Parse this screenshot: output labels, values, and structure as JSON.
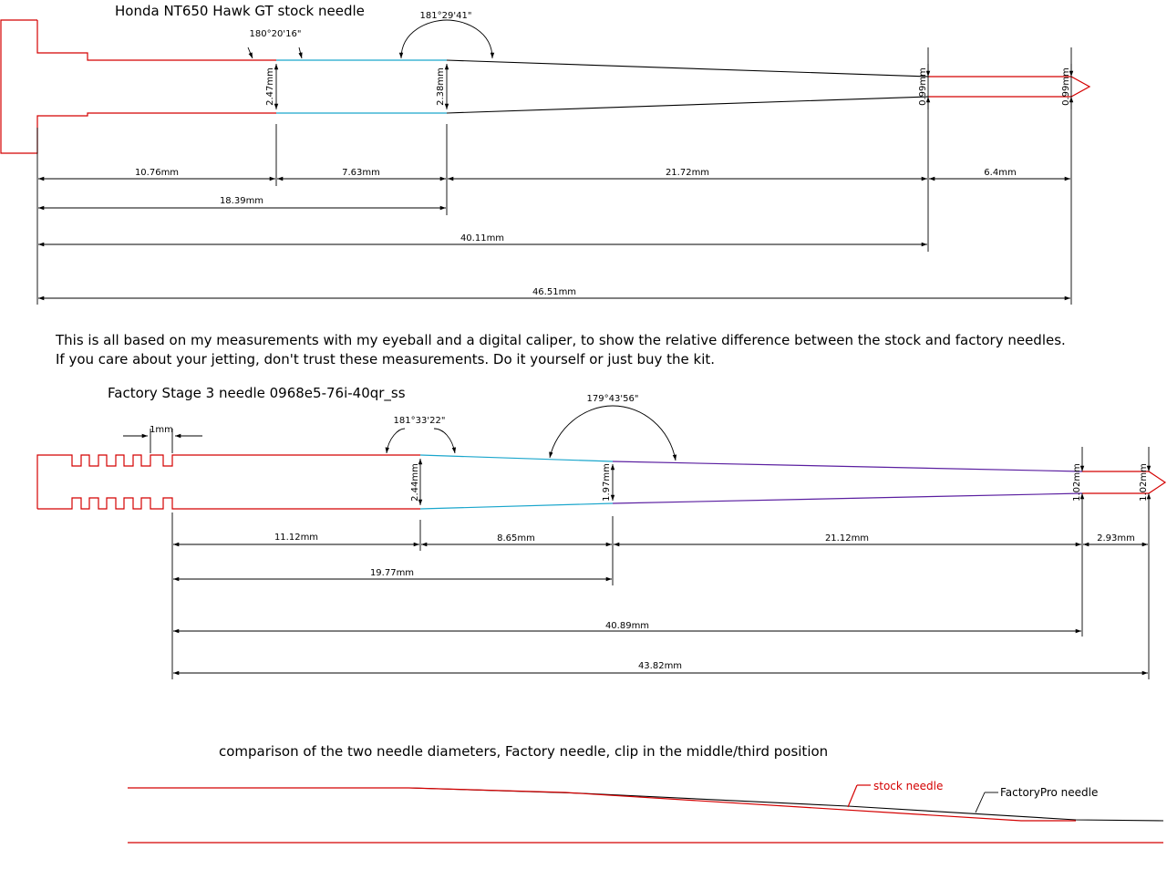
{
  "stock": {
    "title": "Honda NT650 Hawk GT stock needle",
    "angles": [
      "180°20'16\"",
      "181°29'41\""
    ],
    "diameters": [
      "2.47mm",
      "2.38mm",
      "0.99mm",
      "0.99mm"
    ],
    "lengths": [
      "10.76mm",
      "7.63mm",
      "21.72mm",
      "6.4mm",
      "18.39mm",
      "40.11mm",
      "46.51mm"
    ]
  },
  "note": {
    "line1": "This is all based on my measurements with my eyeball and a digital caliper, to show the relative difference between the stock and factory needles.",
    "line2": "If you care about your jetting, don't trust these measurements.  Do it yourself or just buy the kit."
  },
  "factory": {
    "title": "Factory Stage 3 needle 0968e5-76i-40qr_ss",
    "groove_label": "1mm",
    "angles": [
      "181°33'22\"",
      "179°43'56\""
    ],
    "diameters": [
      "2.44mm",
      "1.97mm",
      "1.02mm",
      "1.02mm"
    ],
    "lengths": [
      "11.12mm",
      "8.65mm",
      "21.12mm",
      "2.93mm",
      "19.77mm",
      "40.89mm",
      "43.82mm"
    ]
  },
  "comparison": {
    "title": "comparison of the two needle diameters, Factory needle, clip in the middle/third position",
    "stock_label": "stock needle",
    "factory_label": "FactoryPro needle",
    "stock_color": "#d40000",
    "factory_color": "#000000"
  },
  "colors": {
    "outline": "#d40000",
    "taper1": "#1aa6cc",
    "taper_factory2": "#5a1ea0",
    "dimension": "#000000"
  }
}
